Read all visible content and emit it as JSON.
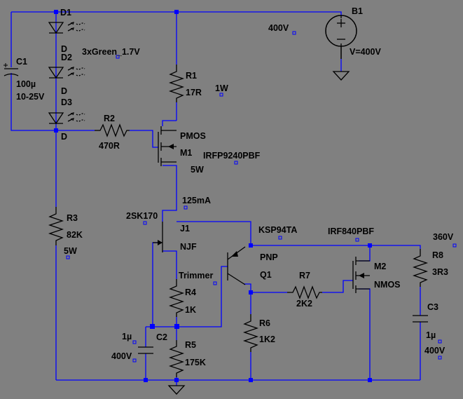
{
  "background": "#808080",
  "wire_color": "#0000ff",
  "component_color": "#000000",
  "components": {
    "b1": {
      "name": "B1",
      "value": "V=400V"
    },
    "d1": {
      "name": "D1",
      "type": "D"
    },
    "d2": {
      "name": "D2",
      "type": "D"
    },
    "d3": {
      "name": "D3",
      "type": "D"
    },
    "c1": {
      "name": "C1",
      "value": "100µ",
      "rating": "10-25V"
    },
    "r1": {
      "name": "R1",
      "value": "17R",
      "power": "1W"
    },
    "r2": {
      "name": "R2",
      "value": "470R"
    },
    "r3": {
      "name": "R3",
      "value": "82K",
      "power": "5W"
    },
    "m1": {
      "name": "M1",
      "type": "PMOS",
      "part": "IRFP9240PBF",
      "power": "5W"
    },
    "j1": {
      "name": "J1",
      "type": "NJF",
      "part": "2SK170"
    },
    "r4": {
      "name": "R4",
      "value": "1K",
      "note": "Trimmer"
    },
    "r5": {
      "name": "R5",
      "value": "175K"
    },
    "c2": {
      "name": "C2",
      "value": "1µ",
      "rating": "400V"
    },
    "q1": {
      "name": "Q1",
      "type": "PNP",
      "part": "KSP94TA"
    },
    "r6": {
      "name": "R6",
      "value": "1K2"
    },
    "r7": {
      "name": "R7",
      "value": "2K2"
    },
    "m2": {
      "name": "M2",
      "type": "NMOS",
      "part": "IRF840PBF"
    },
    "r8": {
      "name": "R8",
      "value": "3R3"
    },
    "c3": {
      "name": "C3",
      "value": "1µ",
      "rating": "400V"
    }
  },
  "labels": {
    "led_note": "3xGreen_1.7V",
    "supply_net": "400V",
    "current_note": "125mA",
    "out_net": "360V"
  }
}
